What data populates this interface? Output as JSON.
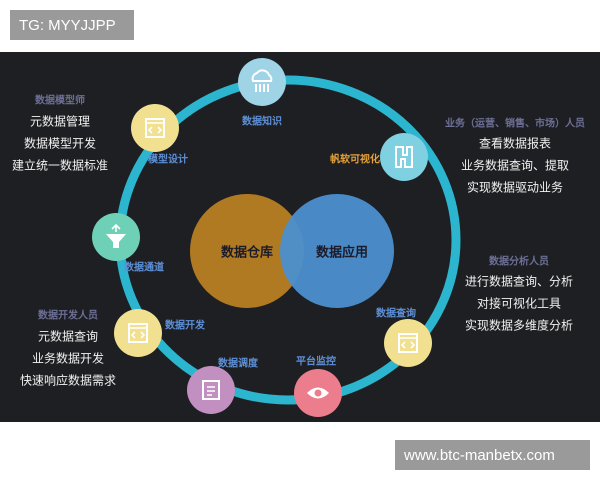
{
  "watermark_top": "TG: MYYJJPP",
  "watermark_bottom": "www.btc-manbetx.com",
  "center": {
    "left": "数据仓库",
    "right": "数据应用"
  },
  "nodes": [
    {
      "label": "数据知识",
      "icon": "cloud-data-icon",
      "color": "#9fd3e6"
    },
    {
      "label": "模型设计",
      "icon": "code-window-icon",
      "color": "#f1e08f"
    },
    {
      "label": "帆软可视化",
      "icon": "finereport-logo-icon",
      "color": "#7fd0e0"
    },
    {
      "label": "数据通道",
      "icon": "funnel-icon",
      "color": "#6fd0b8"
    },
    {
      "label": "数据开发",
      "icon": "code-window-icon",
      "color": "#f1e08f"
    },
    {
      "label": "数据调度",
      "icon": "document-icon",
      "color": "#c18fc0"
    },
    {
      "label": "平台监控",
      "icon": "eye-icon",
      "color": "#ec7d8c"
    },
    {
      "label": "数据查询",
      "icon": "code-window-icon",
      "color": "#f1e08f"
    }
  ],
  "roles": [
    {
      "title": "数据模型师",
      "duties": [
        "元数据管理",
        "数据模型开发",
        "建立统一数据标准"
      ]
    },
    {
      "title": "业务（运营、销售、市场）人员",
      "duties": [
        "查看数据报表",
        "业务数据查询、提取",
        "实现数据驱动业务"
      ]
    },
    {
      "title": "数据开发人员",
      "duties": [
        "元数据查询",
        "业务数据开发",
        "快速响应数据需求"
      ]
    },
    {
      "title": "数据分析人员",
      "duties": [
        "进行数据查询、分析",
        "对接可视化工具",
        "实现数据多维度分析"
      ]
    }
  ],
  "colors": {
    "ring": "#2bb5cf",
    "warehouse": "#b07a22",
    "application": "#4b8fd0",
    "background": "#1e1f22"
  }
}
